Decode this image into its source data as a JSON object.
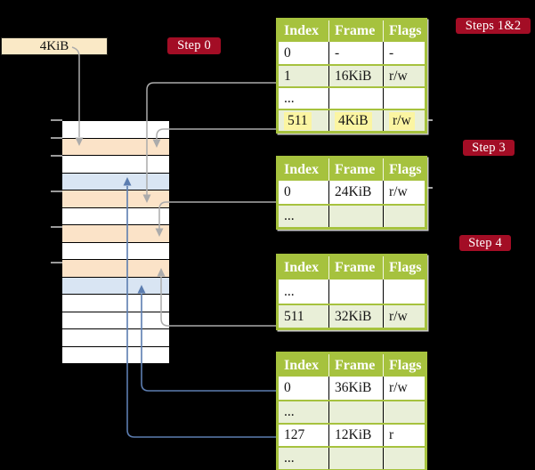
{
  "labels": {
    "frame_box": "4KiB",
    "step0": "Step 0",
    "steps_1_2": "Steps 1&2",
    "step3": "Step 3",
    "step4": "Step 4"
  },
  "colors": {
    "background": "#000000",
    "header_green": "#A6C23E",
    "row_light_green": "#E9EFD8",
    "row_white": "#FFFFFF",
    "highlight_yellow": "#FBF5A2",
    "label_crimson": "#A30D25",
    "label_text": "#FFFFFF",
    "memory_orange": "#FBE3C8",
    "memory_blue": "#D9E5F3",
    "frame_box_wheat": "#FAE9C6",
    "arrow_gray": "#ABABAB",
    "arrow_blue": "#5C7DB0",
    "cell_text": "#141414"
  },
  "page_tables": [
    {
      "headers": [
        "Index",
        "Frame",
        "Flags"
      ],
      "rows": [
        {
          "cells": [
            "0",
            "-",
            "-"
          ],
          "shaded": false,
          "highlight": false
        },
        {
          "cells": [
            "1",
            "16KiB",
            "r/w"
          ],
          "shaded": true,
          "highlight": false
        },
        {
          "cells": [
            "...",
            "",
            ""
          ],
          "shaded": false,
          "highlight": false
        },
        {
          "cells": [
            "511",
            "4KiB",
            "r/w"
          ],
          "shaded": true,
          "highlight": true
        }
      ]
    },
    {
      "headers": [
        "Index",
        "Frame",
        "Flags"
      ],
      "rows": [
        {
          "cells": [
            "0",
            "24KiB",
            "r/w"
          ],
          "shaded": false,
          "highlight": false
        },
        {
          "cells": [
            "...",
            "",
            ""
          ],
          "shaded": true,
          "highlight": false
        }
      ]
    },
    {
      "headers": [
        "Index",
        "Frame",
        "Flags"
      ],
      "rows": [
        {
          "cells": [
            "...",
            "",
            ""
          ],
          "shaded": false,
          "highlight": false
        },
        {
          "cells": [
            "511",
            "32KiB",
            "r/w"
          ],
          "shaded": true,
          "highlight": false
        }
      ]
    },
    {
      "headers": [
        "Index",
        "Frame",
        "Flags"
      ],
      "rows": [
        {
          "cells": [
            "0",
            "36KiB",
            "r/w"
          ],
          "shaded": false,
          "highlight": false
        },
        {
          "cells": [
            "...",
            "",
            ""
          ],
          "shaded": true,
          "highlight": false
        },
        {
          "cells": [
            "127",
            "12KiB",
            "r"
          ],
          "shaded": false,
          "highlight": false
        },
        {
          "cells": [
            "...",
            "",
            ""
          ],
          "shaded": true,
          "highlight": false
        }
      ]
    }
  ],
  "memory": {
    "rows": [
      "white",
      "orange",
      "white",
      "blue",
      "orange",
      "white",
      "orange",
      "white",
      "orange",
      "blue",
      "white",
      "white",
      "white",
      "white"
    ]
  }
}
